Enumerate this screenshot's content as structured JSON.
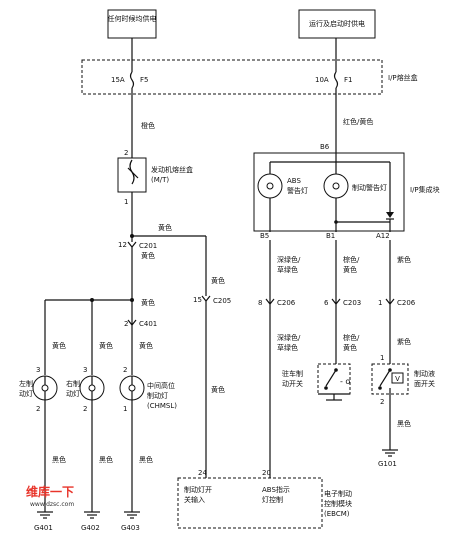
{
  "sources": {
    "left": "任何时候均供电",
    "right": "运行及启动时供电"
  },
  "fuse_box": {
    "label": "I/P熔丝盒",
    "left_fuse_amp": "15A",
    "left_fuse_id": "F5",
    "right_fuse_amp": "10A",
    "right_fuse_id": "F1"
  },
  "wire_colors": {
    "orange": "橙色",
    "red_yellow": "红色/黄色",
    "yellow": "黄色",
    "black": "黑色",
    "dark_green_1": "深绿色/",
    "dark_green_2": "草绿色",
    "brown_yellow_1": "棕色/",
    "brown_yellow_2": "黄色",
    "purple": "紫色"
  },
  "engine_fuse_box": {
    "label_1": "发动机熔丝盒",
    "label_2": "(M/T)",
    "pin_top": "2",
    "pin_bottom": "1"
  },
  "ip_cluster": {
    "label": "I/P集成块",
    "abs_lamp_1": "ABS",
    "abs_lamp_2": "警告灯",
    "brake_lamp": "制动警告灯",
    "pin_b6": "B6",
    "pin_b5": "B5",
    "pin_b1": "B1",
    "pin_a12": "A12"
  },
  "connectors": {
    "c201_pin": "12",
    "c201": "C201",
    "c401_pin": "2",
    "c401": "C401",
    "c205_pin": "15",
    "c205": "C205",
    "c206_a_pin": "8",
    "c206_a": "C206",
    "c203_pin": "6",
    "c203": "C203",
    "c206_b_pin": "1",
    "c206_b": "C206"
  },
  "lamps": {
    "left_1": "左制",
    "left_2": "动灯",
    "right_1": "右制",
    "right_2": "动灯",
    "center_1": "中间高位",
    "center_2": "制动灯",
    "center_3": "(CHMSL)",
    "pin_3": "3",
    "pin_2": "2",
    "pin_1": "1"
  },
  "switches": {
    "parking_1": "驻车制",
    "parking_2": "动开关",
    "fluid_1": "制动液",
    "fluid_2": "面开关",
    "fluid_symbol": "V",
    "pin_1": "1",
    "pin_2": "2"
  },
  "grounds": {
    "g401": "G401",
    "g402": "G402",
    "g403": "G403",
    "g101": "G101"
  },
  "ebcm": {
    "pin_24": "24",
    "pin_20": "20",
    "input_1": "制动灯开",
    "input_2": "关输入",
    "abs_1": "ABS指示",
    "abs_2": "灯控制",
    "module_1": "电子制动",
    "module_2": "控制模块",
    "module_3": "(EBCM)"
  },
  "watermark": {
    "brand": "维库一下",
    "url": "www.dzsc.com"
  }
}
